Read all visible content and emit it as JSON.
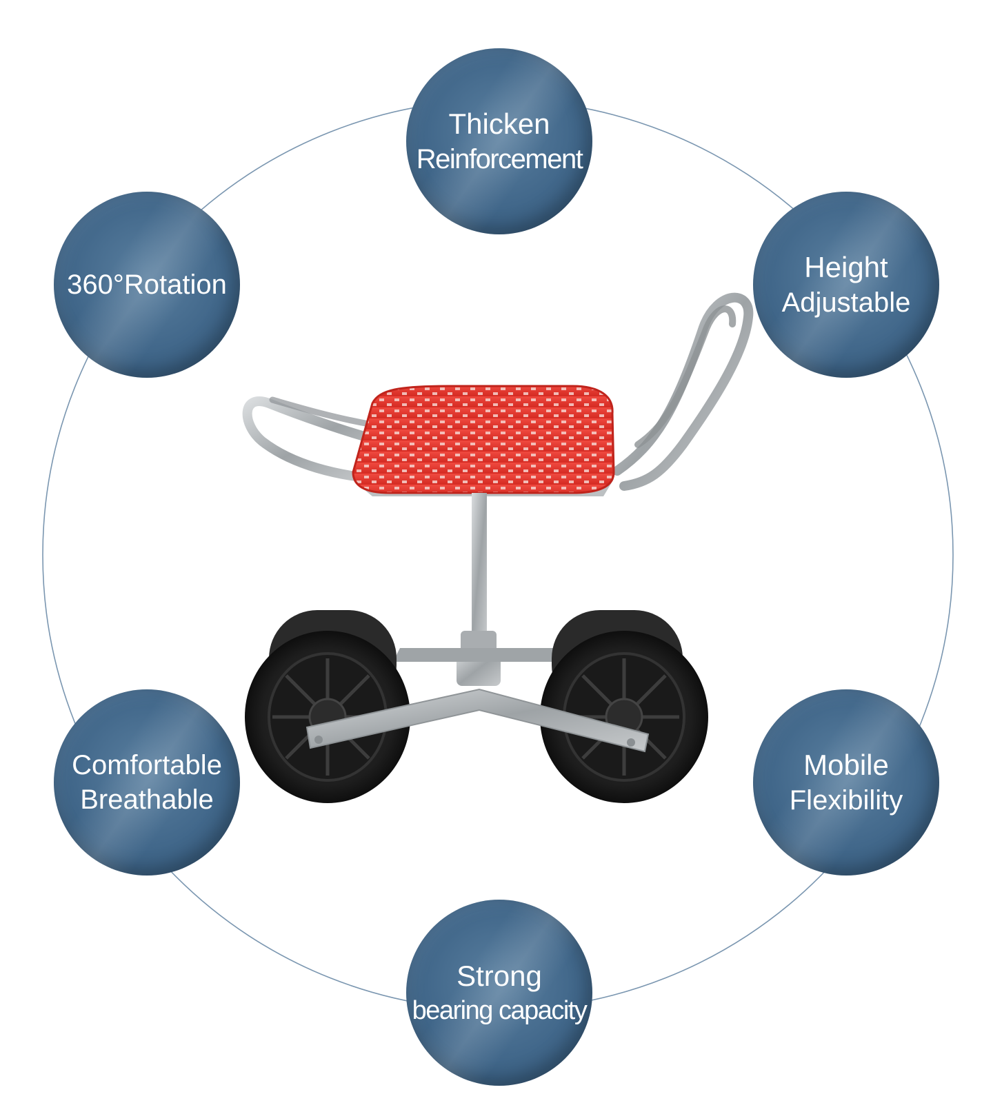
{
  "features": {
    "top": {
      "line1": "Thicken",
      "line2": "Reinforcement"
    },
    "left_upper": {
      "line1": "360°Rotation"
    },
    "right_upper": {
      "line1": "Height",
      "line2": "Adjustable"
    },
    "left_lower": {
      "line1": "Comfortable",
      "line2": "Breathable"
    },
    "right_lower": {
      "line1": "Mobile",
      "line2": "Flexibility"
    },
    "bottom": {
      "line1": "Strong",
      "line2": "bearing capacity"
    }
  },
  "colors": {
    "badge": "#41678a",
    "ring_line": "#7a96b0",
    "seat": "#e8362e",
    "frame": "#b9bcbe",
    "wheel": "#1b1b1b"
  }
}
